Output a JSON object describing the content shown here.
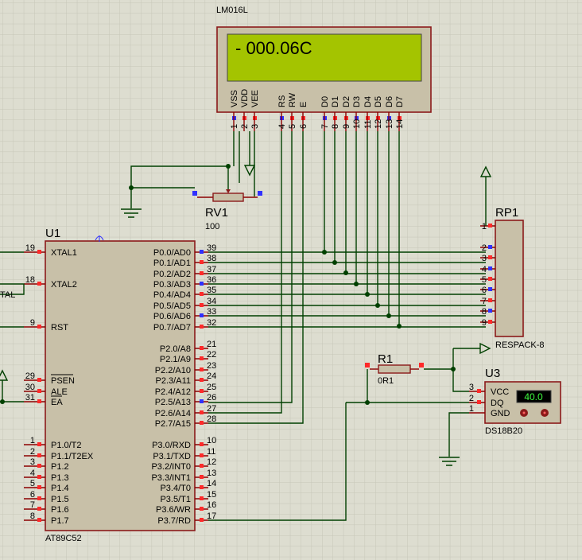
{
  "lcd": {
    "title": "LM016L",
    "display_text": "- 000.06C",
    "pin_labels": [
      "VSS",
      "VDD",
      "VEE",
      "RS",
      "RW",
      "E",
      "D0",
      "D1",
      "D2",
      "D3",
      "D4",
      "D5",
      "D6",
      "D7"
    ],
    "pin_numbers": [
      "1",
      "2",
      "3",
      "4",
      "5",
      "6",
      "7",
      "8",
      "9",
      "10",
      "11",
      "12",
      "13",
      "14"
    ]
  },
  "rv1": {
    "ref": "RV1",
    "value": "100"
  },
  "u1": {
    "ref": "U1",
    "part": "AT89C52",
    "left_pins": [
      {
        "num": "19",
        "name": "XTAL1"
      },
      {
        "num": "18",
        "name": "XTAL2"
      },
      {
        "num": "9",
        "name": "RST"
      },
      {
        "num": "29",
        "name": "PSEN"
      },
      {
        "num": "30",
        "name": "ALE"
      },
      {
        "num": "31",
        "name": "EA"
      },
      {
        "num": "1",
        "name": "P1.0/T2"
      },
      {
        "num": "2",
        "name": "P1.1/T2EX"
      },
      {
        "num": "3",
        "name": "P1.2"
      },
      {
        "num": "4",
        "name": "P1.3"
      },
      {
        "num": "5",
        "name": "P1.4"
      },
      {
        "num": "6",
        "name": "P1.5"
      },
      {
        "num": "7",
        "name": "P1.6"
      },
      {
        "num": "8",
        "name": "P1.7"
      }
    ],
    "right_pins": [
      {
        "num": "39",
        "name": "P0.0/AD0"
      },
      {
        "num": "38",
        "name": "P0.1/AD1"
      },
      {
        "num": "37",
        "name": "P0.2/AD2"
      },
      {
        "num": "36",
        "name": "P0.3/AD3"
      },
      {
        "num": "35",
        "name": "P0.4/AD4"
      },
      {
        "num": "34",
        "name": "P0.5/AD5"
      },
      {
        "num": "33",
        "name": "P0.6/AD6"
      },
      {
        "num": "32",
        "name": "P0.7/AD7"
      },
      {
        "num": "21",
        "name": "P2.0/A8"
      },
      {
        "num": "22",
        "name": "P2.1/A9"
      },
      {
        "num": "23",
        "name": "P2.2/A10"
      },
      {
        "num": "24",
        "name": "P2.3/A11"
      },
      {
        "num": "25",
        "name": "P2.4/A12"
      },
      {
        "num": "26",
        "name": "P2.5/A13"
      },
      {
        "num": "27",
        "name": "P2.6/A14"
      },
      {
        "num": "28",
        "name": "P2.7/A15"
      },
      {
        "num": "10",
        "name": "P3.0/RXD"
      },
      {
        "num": "11",
        "name": "P3.1/TXD"
      },
      {
        "num": "12",
        "name": "P3.2/INT0"
      },
      {
        "num": "13",
        "name": "P3.3/INT1"
      },
      {
        "num": "14",
        "name": "P3.4/T0"
      },
      {
        "num": "15",
        "name": "P3.5/T1"
      },
      {
        "num": "16",
        "name": "P3.6/WR"
      },
      {
        "num": "17",
        "name": "P3.7/RD"
      }
    ]
  },
  "rp1": {
    "ref": "RP1",
    "part": "RESPACK-8",
    "pin_numbers": [
      "1",
      "2",
      "3",
      "4",
      "5",
      "6",
      "7",
      "8",
      "9"
    ]
  },
  "r1": {
    "ref": "R1",
    "value": "0R1"
  },
  "u3": {
    "ref": "U3",
    "part": "DS18B20",
    "pin_labels": [
      "VCC",
      "DQ",
      "GND"
    ],
    "pin_numbers": [
      "3",
      "2",
      "1"
    ],
    "readout": "40.0"
  },
  "offpage": {
    "net_label": "TAL"
  },
  "colors": {
    "background": "#ddddd0",
    "grid": "#c6c6b8",
    "body_fill": "#c8c0a8",
    "body_outline": "#8b1a1a",
    "wire": "#004000",
    "lcd_screen": "#a4c400",
    "pin_dot_red": "#ff2a2a",
    "pin_dot_blue": "#3030ff"
  }
}
